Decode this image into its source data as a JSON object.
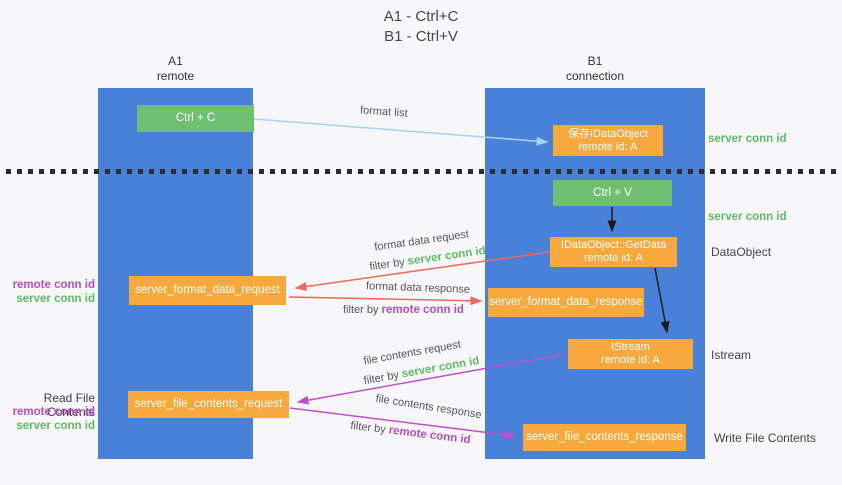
{
  "title": {
    "line1": "A1 - Ctrl+C",
    "line2": "B1 - Ctrl+V"
  },
  "lanes": {
    "a": {
      "id": "A1",
      "name": "remote"
    },
    "b": {
      "id": "B1",
      "name": "connection"
    }
  },
  "nodes": {
    "ctrl_c": {
      "label": "Ctrl + C"
    },
    "ctrl_v": {
      "label": "Ctrl + V"
    },
    "save_idataobject": {
      "line1": "保存IDataObject",
      "line2": "remote id: A"
    },
    "getdata": {
      "line1": "IDataObject::GetData",
      "line2": "remote id: A"
    },
    "istream": {
      "line1": "IStream",
      "line2": "remote id: A"
    },
    "format_request": {
      "label": "server_format_data_request"
    },
    "format_response": {
      "label": "server_format_data_response"
    },
    "file_request": {
      "label": "server_file_contents_request"
    },
    "file_response": {
      "label": "server_file_contents_response"
    }
  },
  "edge_labels": {
    "format_list": "format list",
    "format_data_request": "format data request",
    "format_data_response": "format data response",
    "file_contents_request": "file contents request",
    "file_contents_response": "file contents response",
    "filter_prefix": "filter by ",
    "server_conn_id": "server conn id",
    "remote_conn_id": "remote conn id"
  },
  "side_labels": {
    "right_server_conn_id_top": "server conn id",
    "right_server_conn_id_mid": "server conn id",
    "dataobject": "DataObject",
    "istream": "Istream",
    "write_file_contents": "Write File Contents",
    "left_remote_conn_id_top": "remote conn id",
    "left_server_conn_id_top": "server conn id",
    "read_file_contents": "Read File Contents",
    "left_remote_conn_id_bottom": "remote conn id",
    "left_server_conn_id_bottom": "server conn id"
  },
  "colors": {
    "lane_blue": "#4a81d8",
    "node_green": "#6fbf73",
    "node_orange": "#f8a93d",
    "arrow_light_blue": "#a5d3ee",
    "arrow_red": "#ed6a5f",
    "arrow_magenta": "#bf50c5",
    "arrow_black": "#1a1a1a",
    "text_green": "#5fbb63",
    "text_purple": "#b44ec4"
  }
}
